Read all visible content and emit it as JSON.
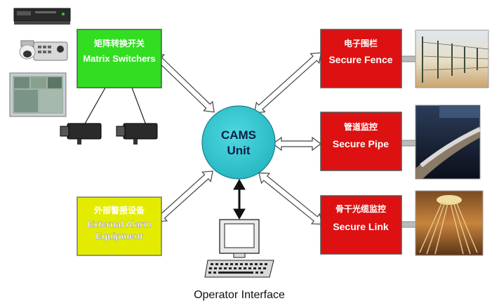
{
  "hub": {
    "line1": "CAMS",
    "line2": "Unit",
    "color": "#33c6cf"
  },
  "operator": {
    "label": "Operator Interface"
  },
  "boxes": {
    "matrix": {
      "zh": "矩阵转换开关",
      "en": "Matrix Switchers",
      "color": "#33dd22"
    },
    "alarm": {
      "zh": "外部警报设备",
      "en1": "External Alarm",
      "en2": "Equipment",
      "color": "#e0e800"
    },
    "fence": {
      "zh": "电子围栏",
      "en": "Secure Fence",
      "color": "#dd1111"
    },
    "pipe": {
      "zh": "管道监控",
      "en": "Secure Pipe",
      "color": "#dd1111"
    },
    "link": {
      "zh": "骨干光缆监控",
      "en": "Secure Link",
      "color": "#dd1111"
    }
  }
}
